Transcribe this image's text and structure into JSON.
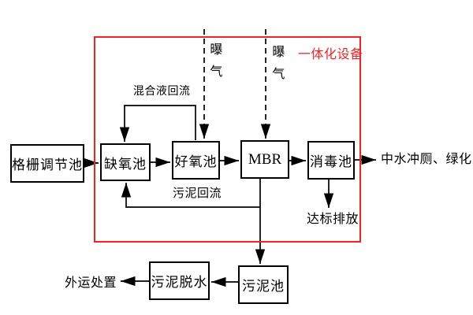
{
  "diagram": {
    "frame_title": "一体化设备",
    "nodes": {
      "grid_tank": {
        "label": "格栅调节池"
      },
      "anoxic": {
        "label": "缺氧池"
      },
      "aerobic": {
        "label": "好氧池"
      },
      "mbr": {
        "label": "MBR"
      },
      "disinfect": {
        "label": "消毒池"
      },
      "sludge_tank": {
        "label": "污泥池"
      },
      "dewater": {
        "label": "污泥脱水"
      }
    },
    "labels": {
      "mixed_liquor_reflux": "混合液回流",
      "sludge_reflux": "污泥回流",
      "aeration_1": "曝气",
      "aeration_2": "曝气",
      "effluent_use": "中水冲厕、绿化",
      "standard_discharge": "达标排放",
      "offsite_disposal": "外运处置"
    },
    "colors": {
      "frame_red": "#f22323",
      "line_black": "#000000",
      "background": "#ffffff"
    }
  }
}
